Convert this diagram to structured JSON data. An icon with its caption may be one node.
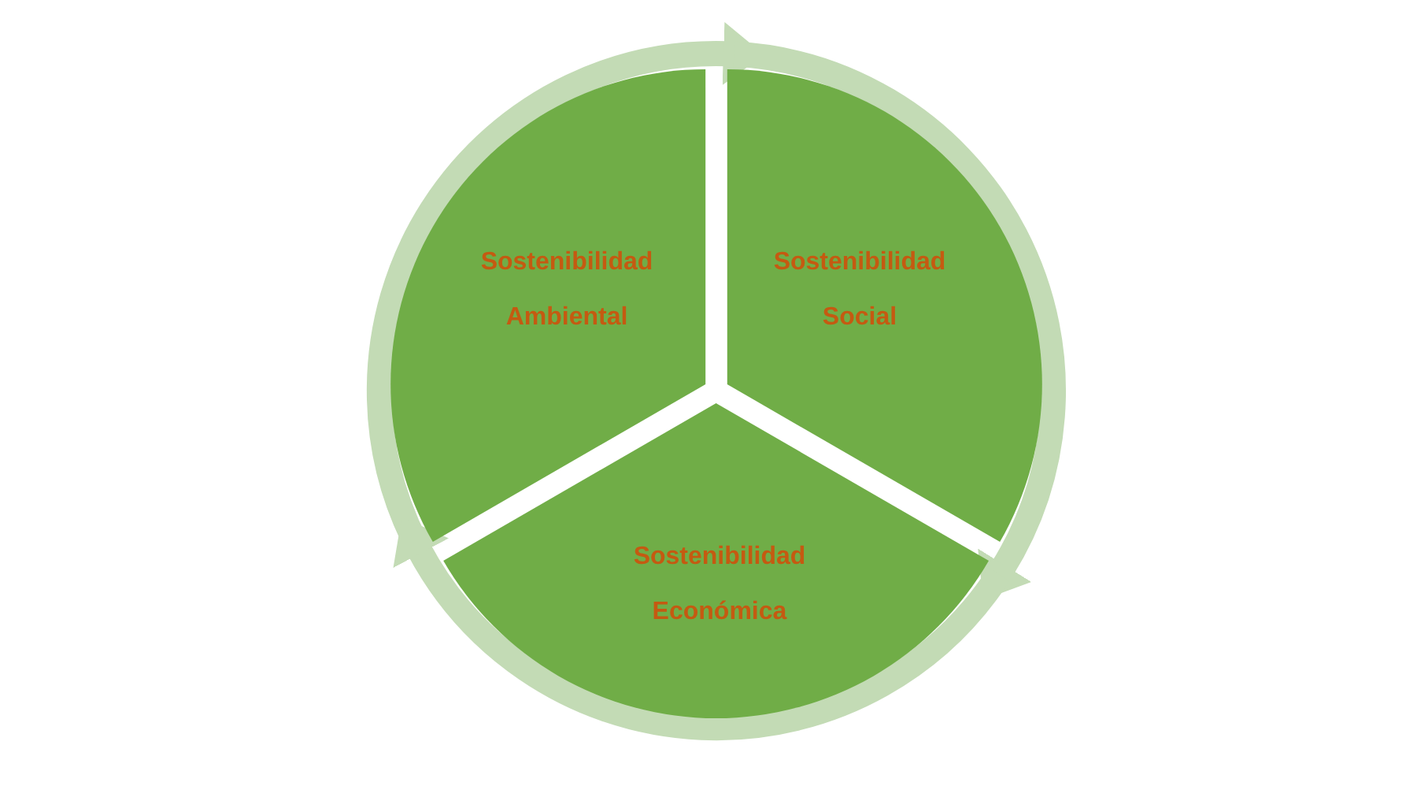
{
  "diagram": {
    "nodes": [
      {
        "text": [
          "Sostenibilidad Ambiental"
        ]
      },
      {
        "text": [
          "Sostenibilidad Social"
        ]
      },
      {
        "text": [
          "Sostenibilidad Económica"
        ]
      }
    ],
    "edges": [
      {
        "from": 0,
        "to": 1,
        "arrow": "to"
      },
      {
        "from": 1,
        "to": 2,
        "arrow": "to"
      },
      {
        "from": 2,
        "to": 0,
        "arrow": "to"
      }
    ]
  }
}
